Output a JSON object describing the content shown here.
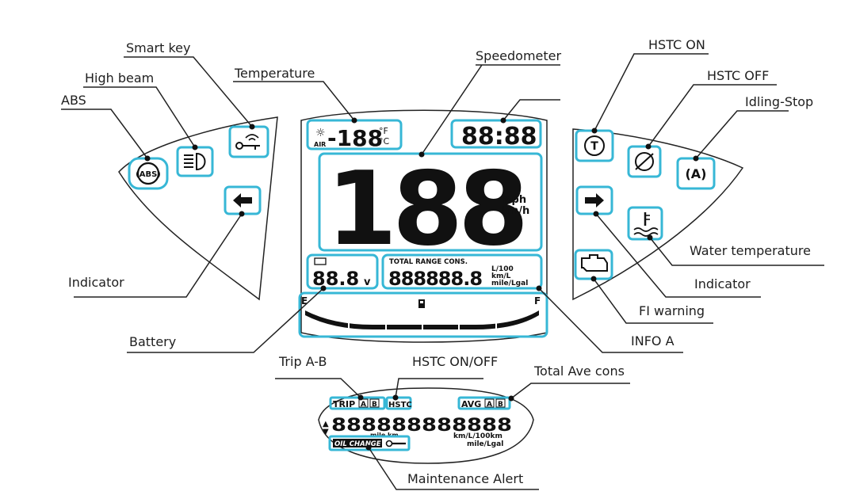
{
  "labels": {
    "smart_key": "Smart key",
    "high_beam": "High beam",
    "abs": "ABS",
    "temperature": "Temperature",
    "speedometer": "Speedometer",
    "hstc_on": "HSTC ON",
    "hstc_off": "HSTC OFF",
    "idling_stop": "Idling-Stop",
    "water_temperature": "Water temperature",
    "indicator_right": "Indicator",
    "fi_warning": "FI warning",
    "info_a": "INFO A",
    "indicator_left": "Indicator",
    "battery": "Battery",
    "trip_ab": "Trip A-B",
    "hstc_on_off": "HSTC ON/OFF",
    "total_ave_cons": "Total Ave cons",
    "maintenance_alert": "Maintenance Alert"
  },
  "display": {
    "air_label": "AIR",
    "temp_digits": "-188",
    "temp_unit_f": "°F",
    "temp_unit_c": "°C",
    "clock": "88:88",
    "speed_digits": "188",
    "speed_unit_mph": "mph",
    "speed_unit_kmh": "km/h",
    "battery_value": "88.8",
    "battery_unit": "v",
    "info_header": "TOTAL RANGE CONS.",
    "info_digits": "888888.8",
    "info_unit_1": "L/100",
    "info_unit_2": "km/L",
    "info_unit_3": "mile/Lgal",
    "fuel_e": "E",
    "fuel_f": "F"
  },
  "bottom_display": {
    "trip": "TRIP",
    "a": "A",
    "b": "B",
    "hstc": "HSTC",
    "avg": "AVG",
    "digits": "888888888888",
    "mile_km": "mile km",
    "unit_1": "km/L/100km",
    "unit_2": "mile/Lgal",
    "oil_change": "OIL CHANGE"
  },
  "icons": {
    "abs_text": "(ABS)",
    "idling_text": "(A)"
  },
  "colors": {
    "accent": "#37b7d6",
    "ink": "#111111"
  }
}
